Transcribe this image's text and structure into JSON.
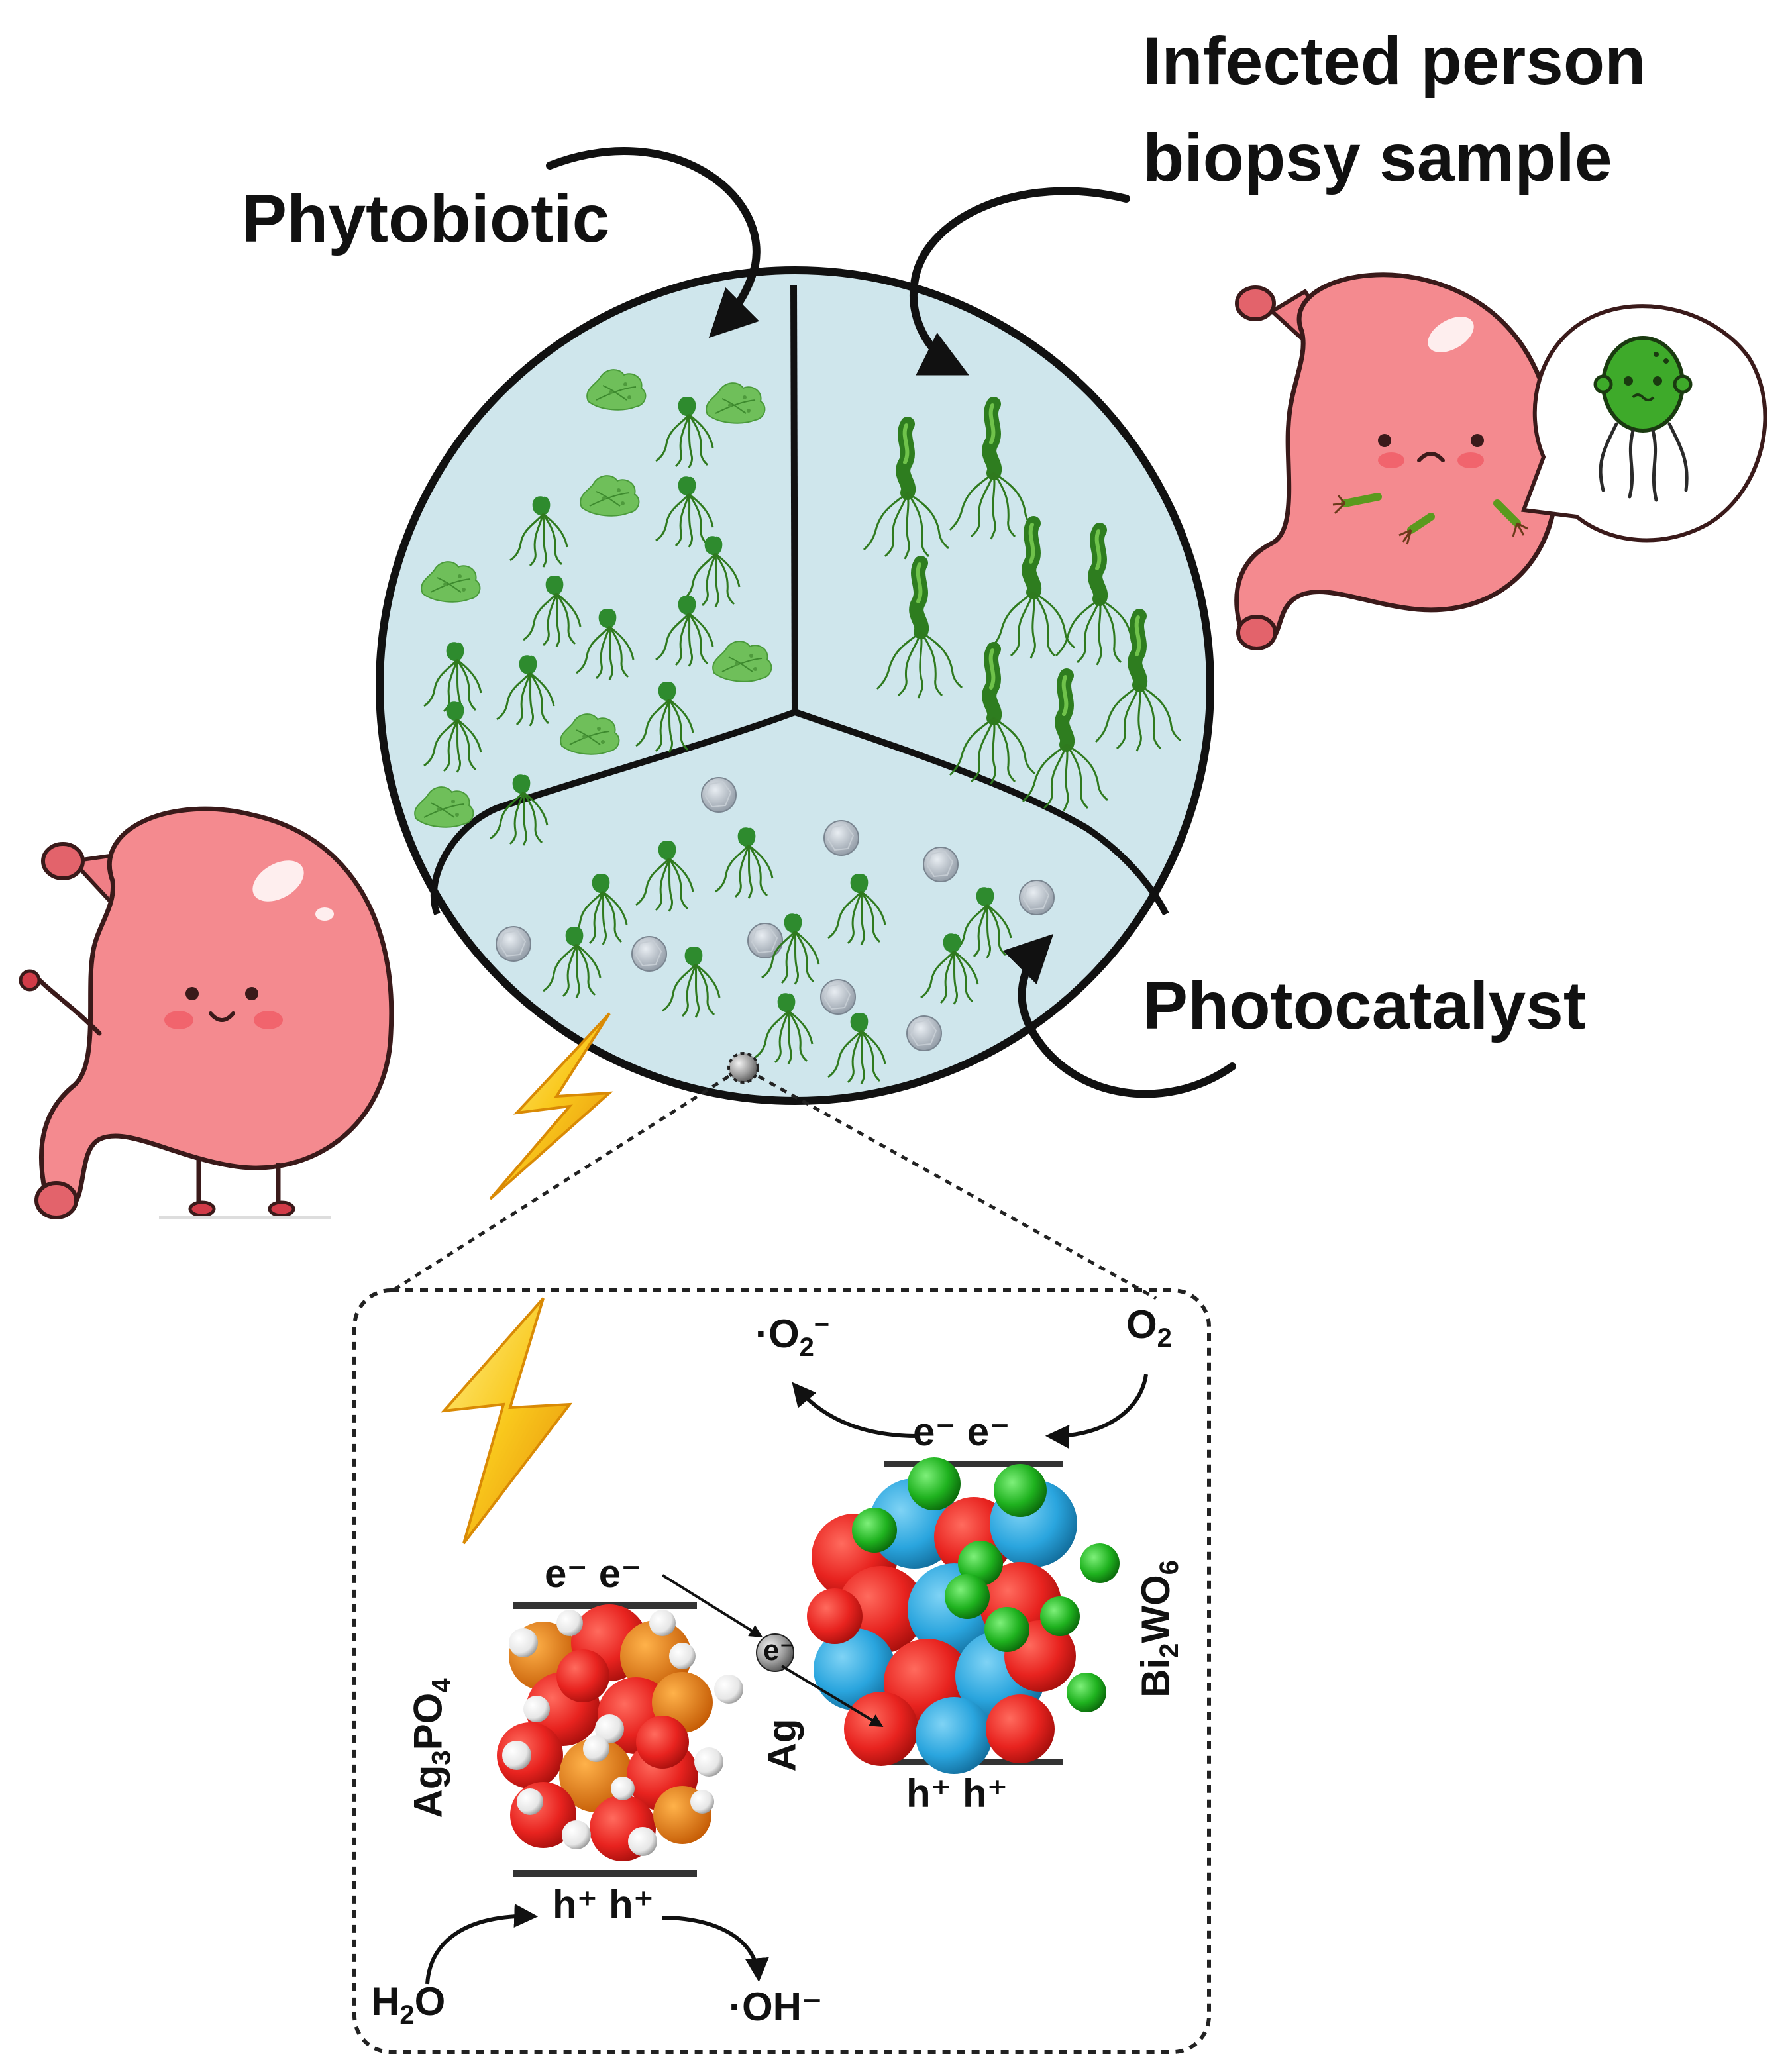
{
  "labels": {
    "phytobiotic": "Phytobiotic",
    "biopsy_line1": "Infected person",
    "biopsy_line2": "biopsy sample",
    "photocatalyst": "Photocatalyst"
  },
  "inset": {
    "superoxide": {
      "prefix": "·O",
      "sub": "2",
      "sup": "−"
    },
    "oxygen": {
      "base": "O",
      "sub": "2"
    },
    "bi_electrons": "e⁻  e⁻",
    "bi_holes": "h⁺  h⁺",
    "ag_electrons": "e⁻  e⁻",
    "ag_holes": "h⁺  h⁺",
    "silver_electron": "e⁻",
    "silver_label": "Ag",
    "ag3po4": {
      "a": "Ag",
      "s1": "3",
      "b": "PO",
      "s2": "4"
    },
    "bi2wo6": {
      "a": "Bi",
      "s1": "2",
      "b": "WO",
      "s2": "6"
    },
    "water": {
      "a": "H",
      "sub": "2",
      "b": "O"
    },
    "hydroxyl": "·OH⁻"
  },
  "colors": {
    "dish_fill": "#cfe6ec",
    "stomach_pink": "#f28b8b",
    "bacteria_green": "#3b8a2a",
    "lightning": "#f7c21a",
    "oxygen_red": "#e8231f",
    "bismuth_blue": "#2aa5de",
    "tungsten_green": "#1fb21f",
    "phosphorus_orange": "#e07a12"
  },
  "icons": [
    "petri-dish",
    "happy-stomach-icon",
    "sad-stomach-icon",
    "bacterium-icon",
    "lightning-icon",
    "nanoparticle-icon",
    "plant-leaf-icon"
  ]
}
